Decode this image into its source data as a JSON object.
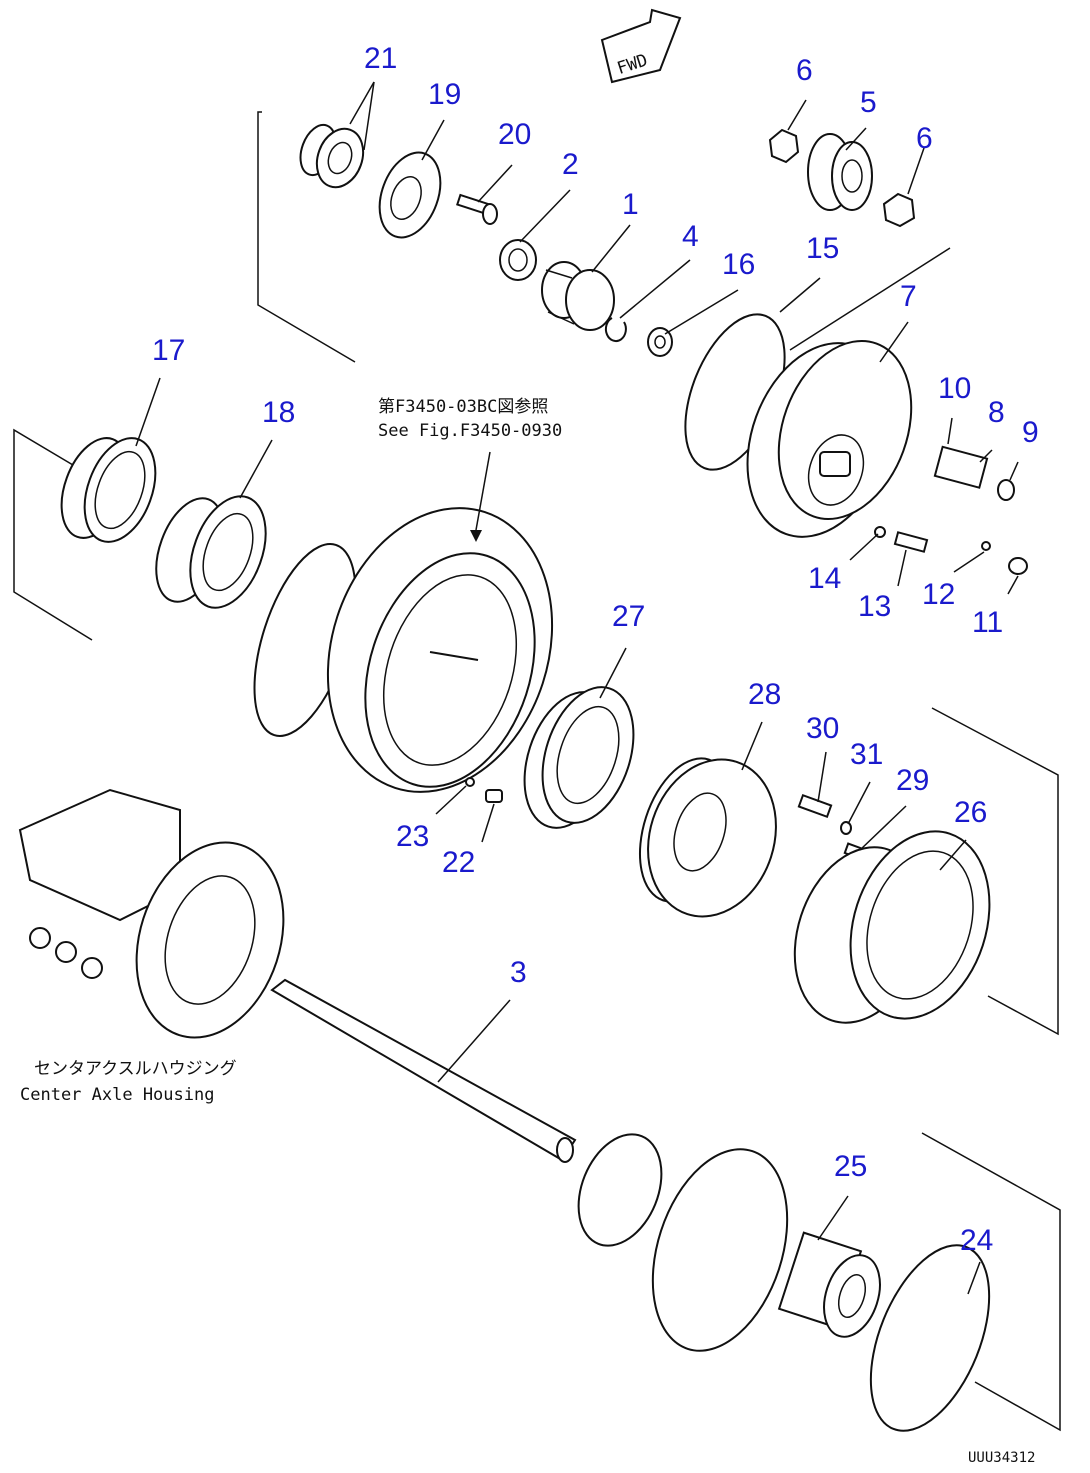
{
  "callouts": [
    "1",
    "2",
    "3",
    "4",
    "5",
    "6",
    "6",
    "7",
    "8",
    "9",
    "10",
    "11",
    "12",
    "13",
    "14",
    "15",
    "16",
    "17",
    "18",
    "19",
    "20",
    "21",
    "22",
    "23",
    "24",
    "25",
    "26",
    "27",
    "28",
    "29",
    "30",
    "31"
  ],
  "reference_note": {
    "line1": "第F3450-03BC図参照",
    "line2": "See Fig.F3450-0930"
  },
  "housing_label": {
    "line1": "センタアクスルハウジング",
    "line2": "Center Axle Housing"
  },
  "direction_tag": "FWD",
  "drawing_number": "UUU34312"
}
